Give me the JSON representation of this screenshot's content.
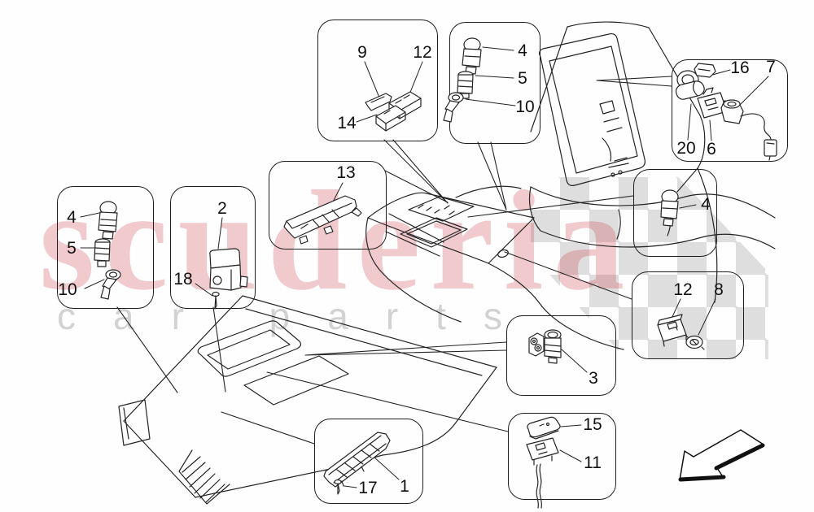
{
  "watermark": {
    "brand": "scuderia",
    "subtext": "car parts",
    "brand_color": "#c82638",
    "subtext_color": "#bdbdbd",
    "checker_color": "#dedede"
  },
  "diagram": {
    "line_color": "#1e1e1e",
    "boxes": [
      {
        "parts": [
          "4",
          "5",
          "10"
        ]
      },
      {
        "parts": [
          "2",
          "18"
        ]
      },
      {
        "parts": [
          "9",
          "12",
          "14"
        ]
      },
      {
        "parts": [
          "4",
          "5",
          "10"
        ]
      },
      {
        "parts": [
          "16",
          "7",
          "20",
          "6"
        ]
      },
      {
        "parts": [
          "4"
        ]
      },
      {
        "parts": [
          "12",
          "8"
        ]
      },
      {
        "parts": [
          "3"
        ]
      },
      {
        "parts": [
          "15",
          "11"
        ]
      },
      {
        "parts": [
          "17",
          "1"
        ]
      },
      {
        "parts": [
          "13"
        ]
      }
    ]
  }
}
